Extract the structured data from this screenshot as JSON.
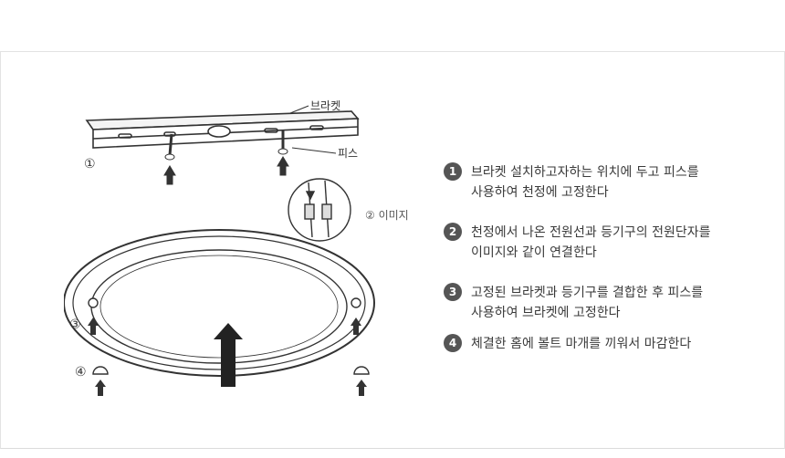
{
  "diagram": {
    "labels": {
      "bracket": "브라켓",
      "screw": "피스",
      "step1": "①",
      "step2_image": "② 이미지",
      "step3": "③",
      "step4": "④"
    }
  },
  "steps": [
    {
      "number": "1",
      "line1": "브라켓 설치하고자하는 위치에 두고 피스를",
      "line2": "사용하여 천정에 고정한다"
    },
    {
      "number": "2",
      "line1": "천정에서 나온 전원선과 등기구의 전원단자를",
      "line2": "이미지와 같이 연결한다"
    },
    {
      "number": "3",
      "line1": "고정된 브라켓과 등기구를 결합한 후 피스를",
      "line2": "사용하여 브라켓에 고정한다"
    },
    {
      "number": "4",
      "line1": "체결한 홈에 볼트 마개를 끼워서 마감한다",
      "line2": ""
    }
  ]
}
